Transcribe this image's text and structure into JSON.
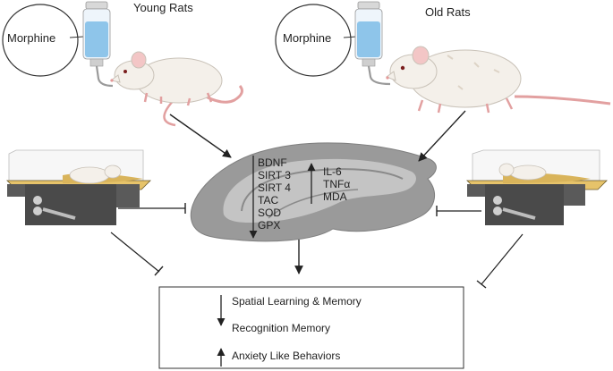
{
  "left_panel": {
    "title": "Young Rats",
    "drug_label": "Morphine"
  },
  "right_panel": {
    "title": "Old Rats",
    "drug_label": "Morphine"
  },
  "hippocampus": {
    "decreased_markers": [
      "BDNF",
      "SIRT 3",
      "SIRT 4",
      "TAC",
      "SOD",
      "GPX"
    ],
    "increased_markers": [
      "IL-6",
      "TNFα",
      "MDA"
    ]
  },
  "outcomes": [
    {
      "label": "Spatial Learning & Memory",
      "direction": "down"
    },
    {
      "label": "Recognition Memory",
      "direction": "down"
    },
    {
      "label": "Anxiety Like Behaviors",
      "direction": "up"
    }
  ],
  "colors": {
    "arrow": "#222222",
    "brain_fill": "#9a9a9a",
    "brain_inner": "#c4c4c4",
    "rat_body": "#f4f0ea",
    "rat_tail": "#e2a0a0",
    "bottle_water": "#8ec5ea",
    "platform": "#4a4a4a",
    "platform_top": "#e6c36a"
  }
}
